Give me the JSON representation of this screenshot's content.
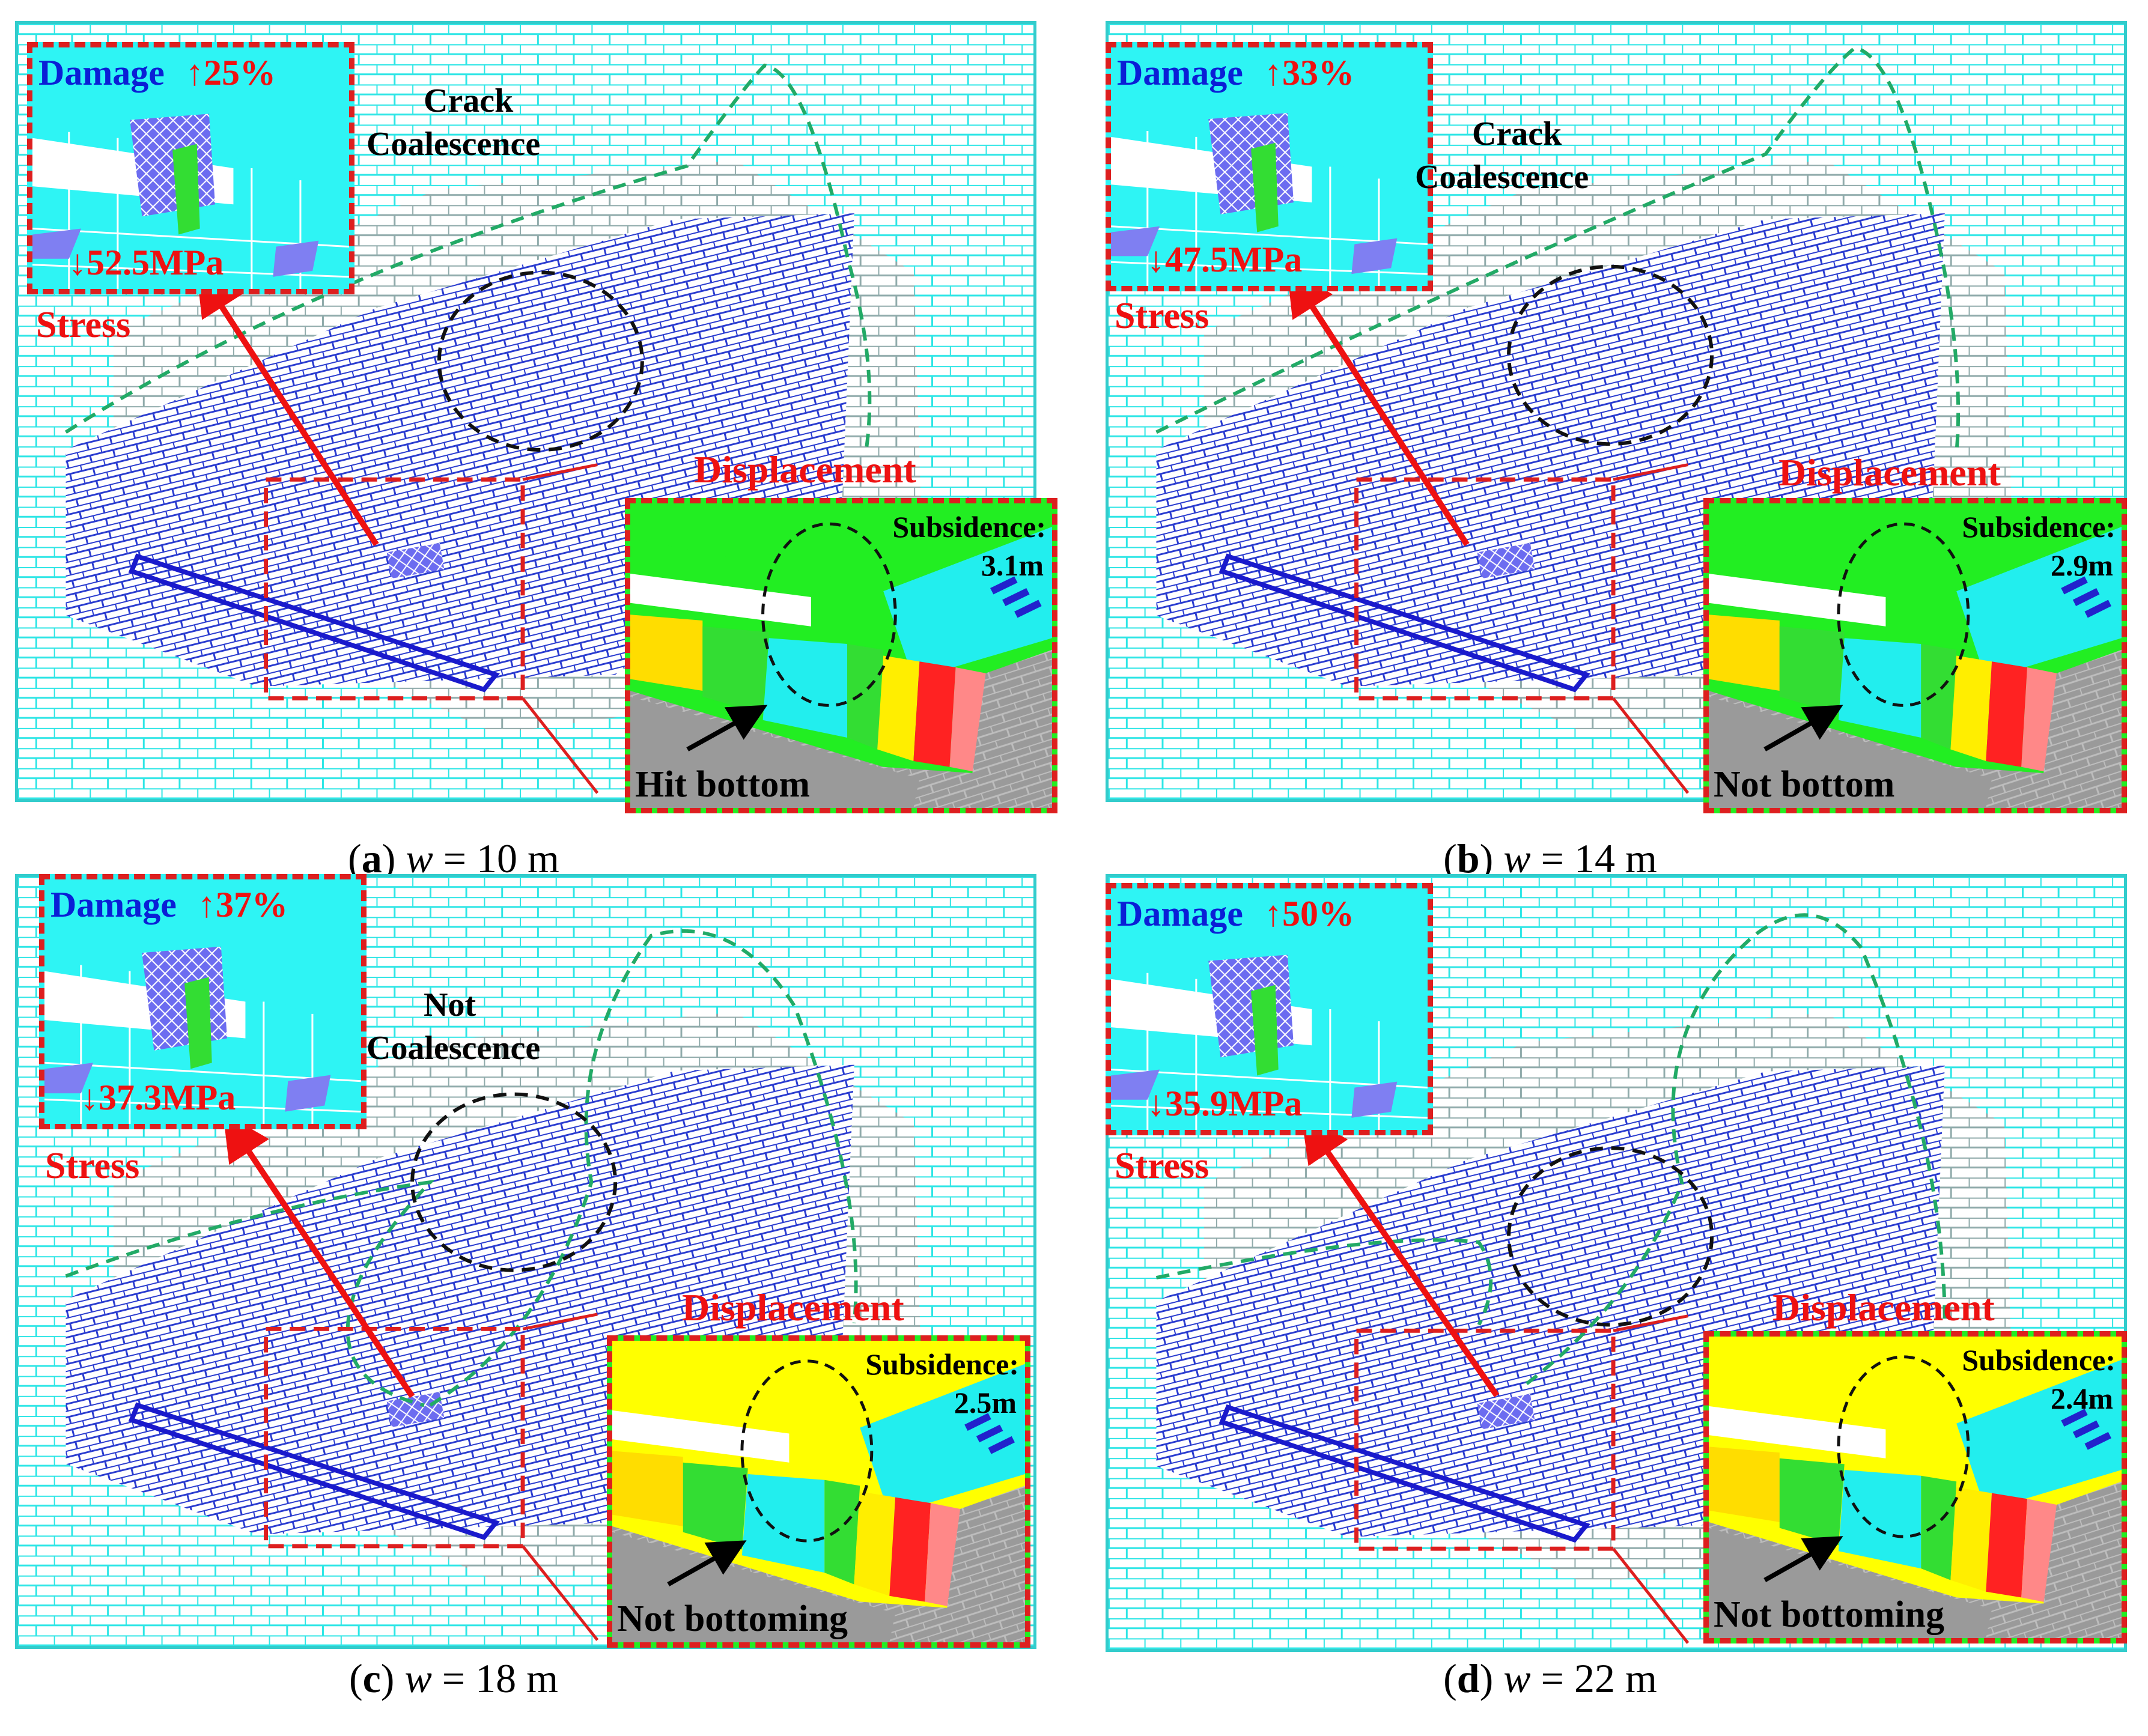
{
  "colors": {
    "frame": "#33cccc",
    "brick_cyan": "#2ee6e6",
    "brick_blue": "#2233cc",
    "brick_red": "#e05555",
    "dashed_red": "#dd1f1f",
    "dashed_green": "#22aa66",
    "arrow_red": "#ee1111",
    "text_red": "#ee1111",
    "text_blue": "#0a1fd6",
    "disp_green": "#22ee22",
    "disp_yellow": "#ffff00",
    "disp_orange": "#ffaa00",
    "disp_cyan": "#22eeee",
    "disp_gray": "#999999"
  },
  "panels": [
    {
      "damage_label": "Damage",
      "damage_value": "25%",
      "stress_value": "52.5MPa",
      "stress_label": "Stress",
      "crack_line1": "Crack",
      "crack_line2": "Coalescence",
      "displacement_label": "Displacement",
      "subsidence_label": "Subsidence:",
      "subsidence_value": "3.1m",
      "bottom_label": "Hit bottom",
      "caption_letter": "a",
      "caption_var": "w",
      "caption_value": " = 10 m"
    },
    {
      "damage_label": "Damage",
      "damage_value": "33%",
      "stress_value": "47.5MPa",
      "stress_label": "Stress",
      "crack_line1": "Crack",
      "crack_line2": "Coalescence",
      "displacement_label": "Displacement",
      "subsidence_label": "Subsidence:",
      "subsidence_value": "2.9m",
      "bottom_label": "Not bottom",
      "caption_letter": "b",
      "caption_var": "w",
      "caption_value": " = 14 m"
    },
    {
      "damage_label": "Damage",
      "damage_value": "37%",
      "stress_value": "37.3MPa",
      "stress_label": "Stress",
      "crack_line1": "Not",
      "crack_line2": "Coalescence",
      "displacement_label": "Displacement",
      "subsidence_label": "Subsidence:",
      "subsidence_value": "2.5m",
      "bottom_label": "Not bottoming",
      "caption_letter": "c",
      "caption_var": "w",
      "caption_value": " = 18 m"
    },
    {
      "damage_label": "Damage",
      "damage_value": "50%",
      "stress_value": "35.9MPa",
      "stress_label": "Stress",
      "crack_line1": "",
      "crack_line2": "",
      "displacement_label": "Displacement",
      "subsidence_label": "Subsidence:",
      "subsidence_value": "2.4m",
      "bottom_label": "Not bottoming",
      "caption_letter": "d",
      "caption_var": "w",
      "caption_value": " = 22 m"
    }
  ]
}
